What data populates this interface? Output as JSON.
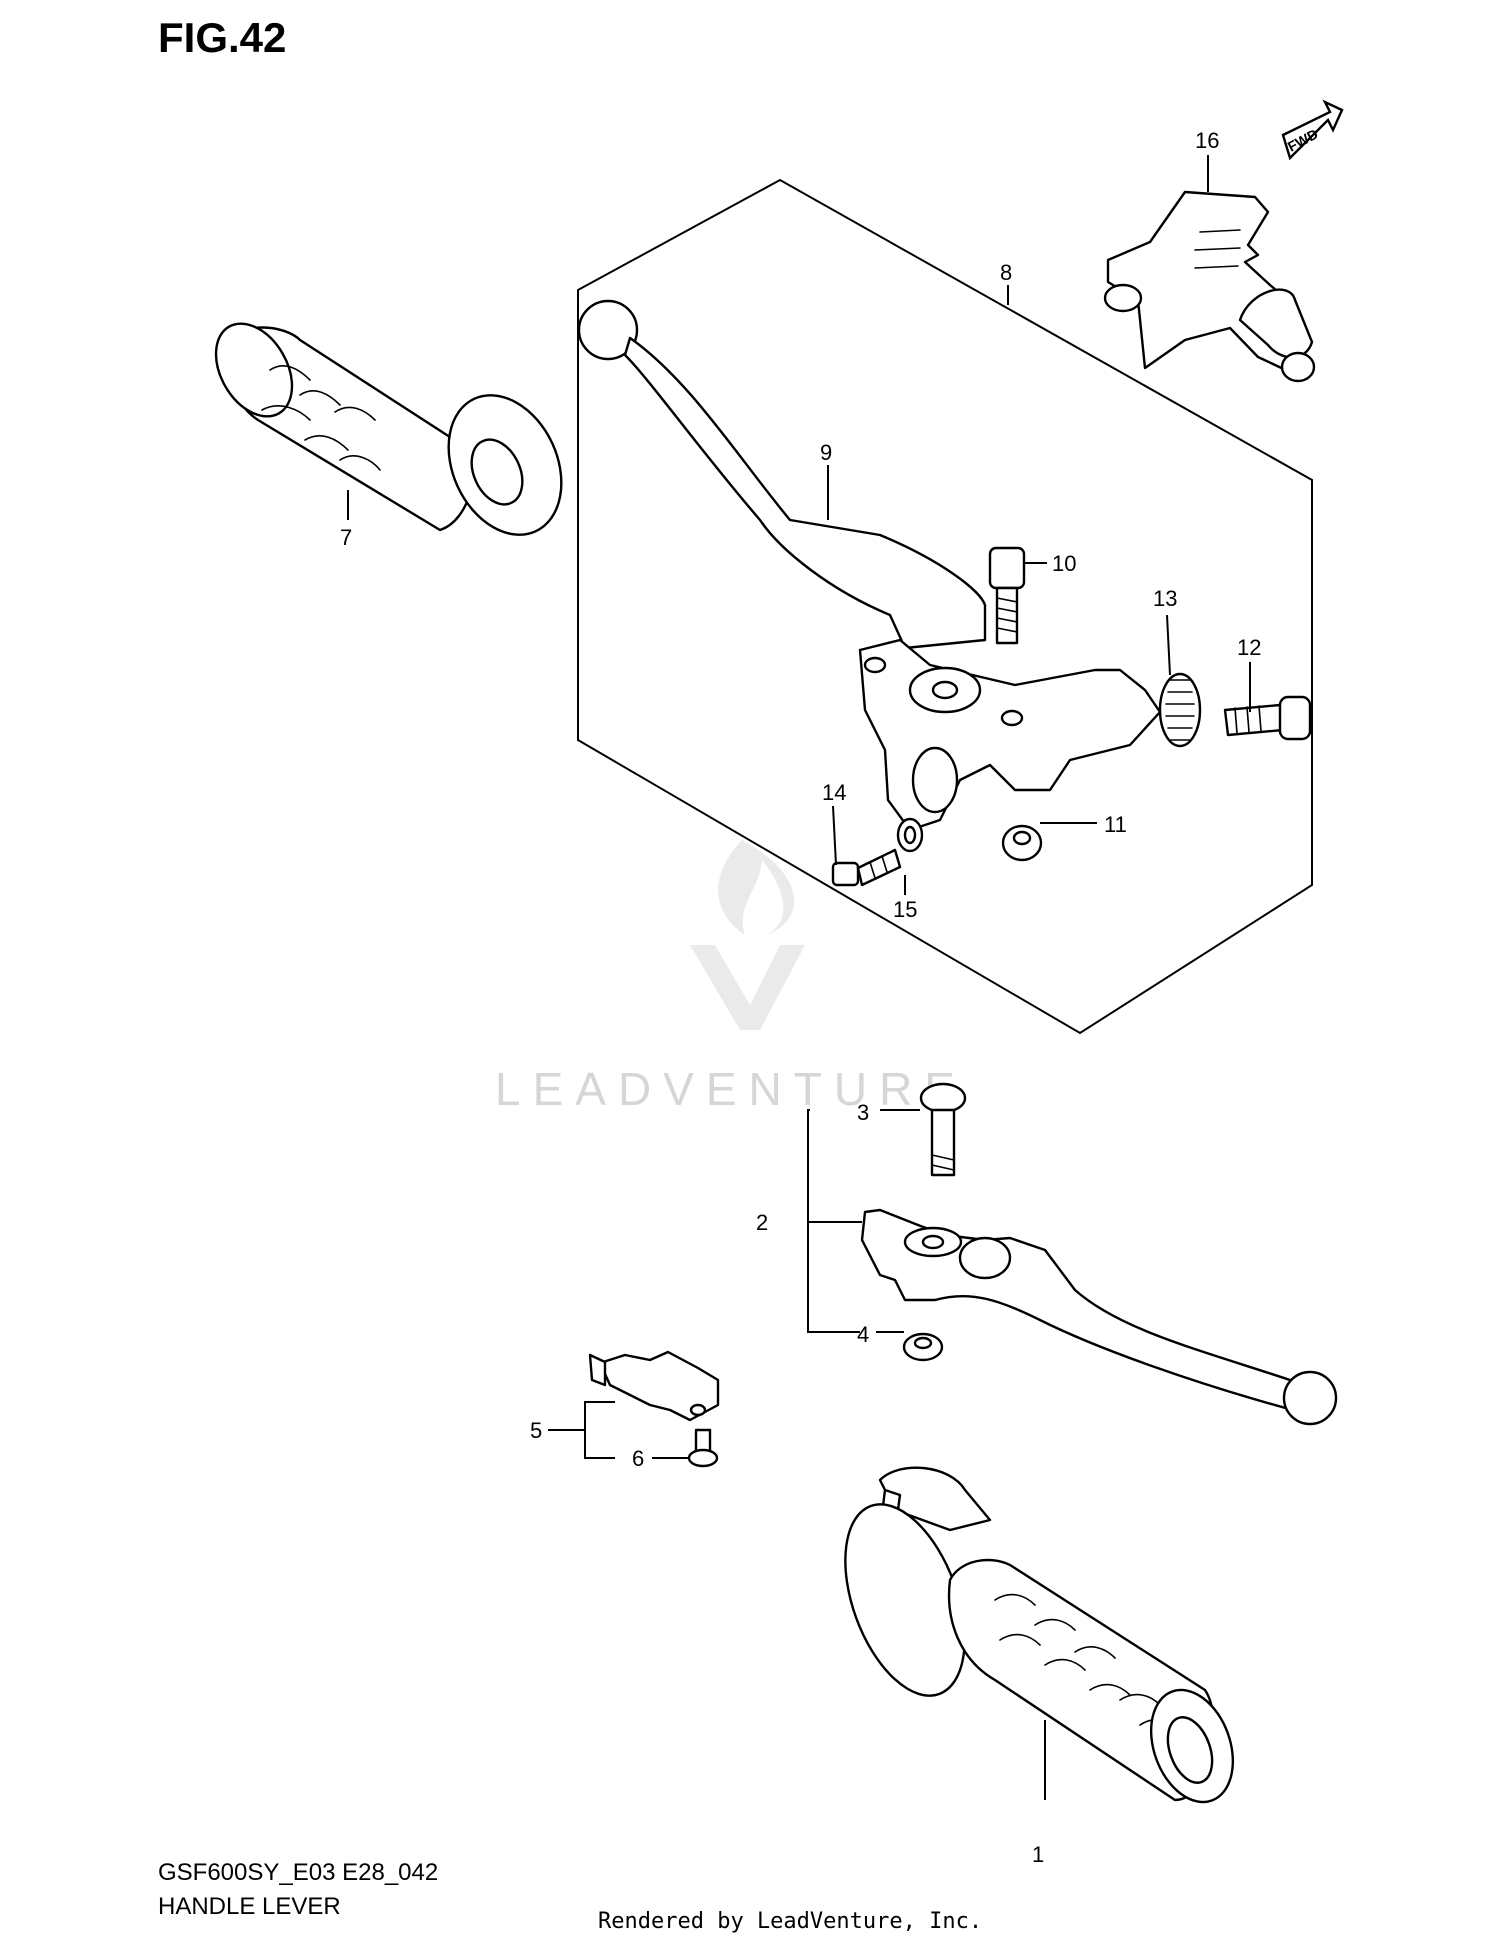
{
  "figure": {
    "title": "FIG.42",
    "model_code": "GSF600SY_E03 E28_042",
    "name": "HANDLE LEVER",
    "rendered_by": "Rendered by LeadVenture, Inc.",
    "watermark": "LEADVENTURE",
    "fwd_label": "FWD"
  },
  "callouts": [
    "1",
    "2",
    "3",
    "4",
    "5",
    "6",
    "7",
    "8",
    "9",
    "10",
    "11",
    "12",
    "13",
    "14",
    "15",
    "16"
  ],
  "colors": {
    "line": "#000000",
    "background": "#ffffff",
    "watermark": "#d6d6d6"
  }
}
